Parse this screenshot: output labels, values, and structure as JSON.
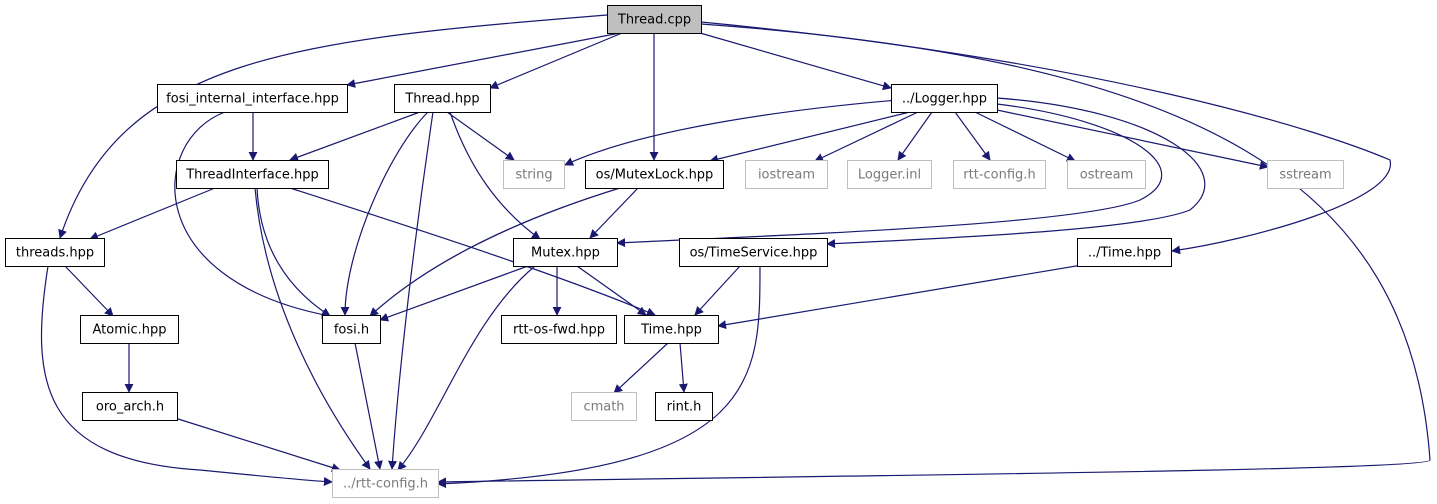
{
  "colors": {
    "edge": "#191970",
    "node_border": "#000000",
    "external_border": "#bfbfbf",
    "root_fill": "#bfbfbf",
    "external_text": "#7a7a7a"
  },
  "nodes": [
    {
      "id": "thread_cpp",
      "label": "Thread.cpp",
      "kind": "root"
    },
    {
      "id": "fosi_internal",
      "label": "fosi_internal_interface.hpp",
      "kind": "normal"
    },
    {
      "id": "thread_hpp",
      "label": "Thread.hpp",
      "kind": "normal"
    },
    {
      "id": "logger_hpp",
      "label": "../Logger.hpp",
      "kind": "normal"
    },
    {
      "id": "threadinterface_hpp",
      "label": "ThreadInterface.hpp",
      "kind": "normal"
    },
    {
      "id": "string",
      "label": "string",
      "kind": "external"
    },
    {
      "id": "mutexlock_hpp",
      "label": "os/MutexLock.hpp",
      "kind": "normal"
    },
    {
      "id": "iostream",
      "label": "iostream",
      "kind": "external"
    },
    {
      "id": "logger_inl",
      "label": "Logger.inl",
      "kind": "external"
    },
    {
      "id": "rtt_config_h",
      "label": "rtt-config.h",
      "kind": "external"
    },
    {
      "id": "ostream",
      "label": "ostream",
      "kind": "external"
    },
    {
      "id": "sstream",
      "label": "sstream",
      "kind": "external"
    },
    {
      "id": "threads_hpp",
      "label": "threads.hpp",
      "kind": "normal"
    },
    {
      "id": "mutex_hpp",
      "label": "Mutex.hpp",
      "kind": "normal"
    },
    {
      "id": "timeservice_hpp",
      "label": "os/TimeService.hpp",
      "kind": "normal"
    },
    {
      "id": "time_hpp_up",
      "label": "../Time.hpp",
      "kind": "normal"
    },
    {
      "id": "atomic_hpp",
      "label": "Atomic.hpp",
      "kind": "normal"
    },
    {
      "id": "fosi_h",
      "label": "fosi.h",
      "kind": "normal"
    },
    {
      "id": "rtt_os_fwd",
      "label": "rtt-os-fwd.hpp",
      "kind": "normal"
    },
    {
      "id": "time_hpp",
      "label": "Time.hpp",
      "kind": "normal"
    },
    {
      "id": "oro_arch",
      "label": "oro_arch.h",
      "kind": "normal"
    },
    {
      "id": "cmath",
      "label": "cmath",
      "kind": "external"
    },
    {
      "id": "rint_h",
      "label": "rint.h",
      "kind": "normal"
    },
    {
      "id": "rtt_config_up",
      "label": "../rtt-config.h",
      "kind": "external"
    }
  ],
  "edges": [
    [
      "thread_cpp",
      "fosi_internal"
    ],
    [
      "thread_cpp",
      "thread_hpp"
    ],
    [
      "thread_cpp",
      "mutexlock_hpp"
    ],
    [
      "thread_cpp",
      "logger_hpp"
    ],
    [
      "thread_cpp",
      "threads_hpp"
    ],
    [
      "thread_cpp",
      "time_hpp_up"
    ],
    [
      "thread_cpp",
      "rtt_config_up"
    ],
    [
      "fosi_internal",
      "threadinterface_hpp"
    ],
    [
      "fosi_internal",
      "fosi_h"
    ],
    [
      "thread_hpp",
      "threadinterface_hpp"
    ],
    [
      "thread_hpp",
      "string"
    ],
    [
      "thread_hpp",
      "mutex_hpp"
    ],
    [
      "thread_hpp",
      "fosi_h"
    ],
    [
      "thread_hpp",
      "rtt_config_up"
    ],
    [
      "logger_hpp",
      "string"
    ],
    [
      "logger_hpp",
      "mutexlock_hpp"
    ],
    [
      "logger_hpp",
      "iostream"
    ],
    [
      "logger_hpp",
      "logger_inl"
    ],
    [
      "logger_hpp",
      "rtt_config_h"
    ],
    [
      "logger_hpp",
      "ostream"
    ],
    [
      "logger_hpp",
      "sstream"
    ],
    [
      "logger_hpp",
      "mutex_hpp"
    ],
    [
      "logger_hpp",
      "timeservice_hpp"
    ],
    [
      "threadinterface_hpp",
      "threads_hpp"
    ],
    [
      "threadinterface_hpp",
      "fosi_h"
    ],
    [
      "threadinterface_hpp",
      "time_hpp"
    ],
    [
      "threadinterface_hpp",
      "rtt_config_up"
    ],
    [
      "mutexlock_hpp",
      "mutex_hpp"
    ],
    [
      "mutexlock_hpp",
      "fosi_h"
    ],
    [
      "threads_hpp",
      "atomic_hpp"
    ],
    [
      "threads_hpp",
      "rtt_config_up"
    ],
    [
      "atomic_hpp",
      "oro_arch"
    ],
    [
      "oro_arch",
      "rtt_config_up"
    ],
    [
      "mutex_hpp",
      "fosi_h"
    ],
    [
      "mutex_hpp",
      "rtt_os_fwd"
    ],
    [
      "mutex_hpp",
      "time_hpp"
    ],
    [
      "mutex_hpp",
      "rtt_config_up"
    ],
    [
      "timeservice_hpp",
      "time_hpp"
    ],
    [
      "timeservice_hpp",
      "rtt_config_up"
    ],
    [
      "time_hpp_up",
      "time_hpp"
    ],
    [
      "fosi_h",
      "rtt_config_up"
    ],
    [
      "time_hpp",
      "cmath"
    ],
    [
      "time_hpp",
      "rint_h"
    ]
  ]
}
